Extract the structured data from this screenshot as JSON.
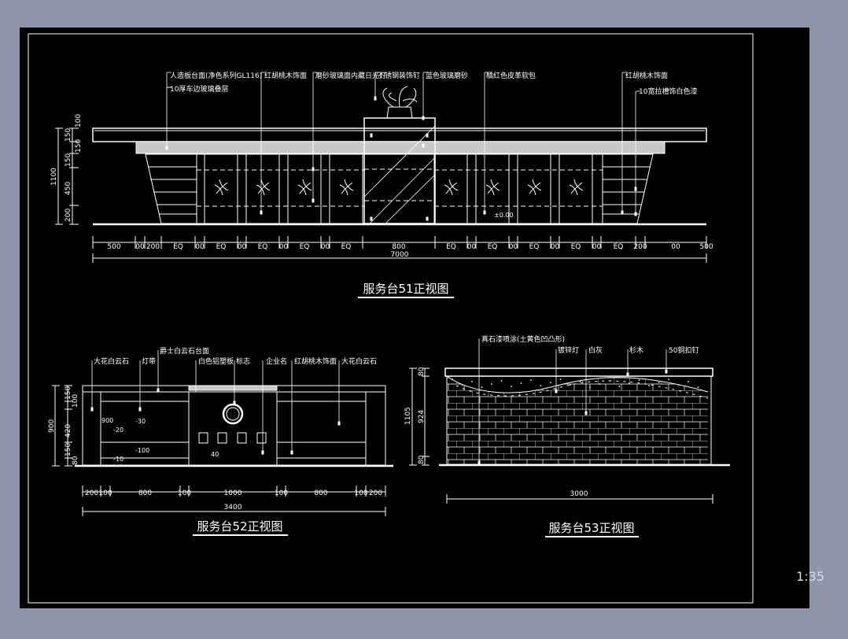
{
  "scale": "1:35",
  "colors": {
    "background": "#8d96a8",
    "sheet": "#000000",
    "line": "#ffffff",
    "text": "#ffffff"
  },
  "view51": {
    "title": "服务台51正视图",
    "callouts": [
      "人造板台面(净色系列GL116)",
      "10厚车边玻璃叠层",
      "红胡桃木饰面",
      "磨砂玻璃面内藏日光灯",
      "不锈钢装饰钉",
      "蓝色玻璃磨砂",
      "橘红色皮革软包",
      "红胡桃木饰面",
      "10宽拉槽饰白色漆"
    ],
    "vdims": [
      "100",
      "150",
      "150",
      "150",
      "450",
      "200"
    ],
    "vtotal": "1100",
    "level": "±0.00",
    "hdims": [
      "500",
      "00",
      "200",
      "EQ",
      "00",
      "EQ",
      "00",
      "EQ",
      "00",
      "EQ",
      "00",
      "EQ",
      "800",
      "EQ",
      "00",
      "EQ",
      "00",
      "EQ",
      "00",
      "EQ",
      "00",
      "EQ",
      "200",
      "00",
      "500"
    ],
    "total": "7000"
  },
  "view52": {
    "title": "服务台52正视图",
    "callouts": [
      "大花白云石",
      "灯带",
      "爵士白云石台面",
      "白色铝塑板",
      "标志",
      "企业名",
      "红胡桃木饰面",
      "大花白云石"
    ],
    "vdims": [
      "150",
      "100",
      "420",
      "150",
      "80"
    ],
    "vtotal": "900",
    "levels": [
      "900",
      "-20",
      "-30",
      "-100",
      "-10",
      "40"
    ],
    "hdims": [
      "200",
      "100",
      "800",
      "100",
      "1000",
      "100",
      "800",
      "100",
      "200"
    ],
    "total": "3400"
  },
  "view53": {
    "title": "服务台53正视图",
    "callouts": [
      "真石漆喷涂(土黄色凹凸形)",
      "镀锌灯",
      "白灰",
      "杉木",
      "50铜扣钉"
    ],
    "vdims": [
      "80",
      "924",
      "80"
    ],
    "vtotal": "1105",
    "total": "3000"
  }
}
